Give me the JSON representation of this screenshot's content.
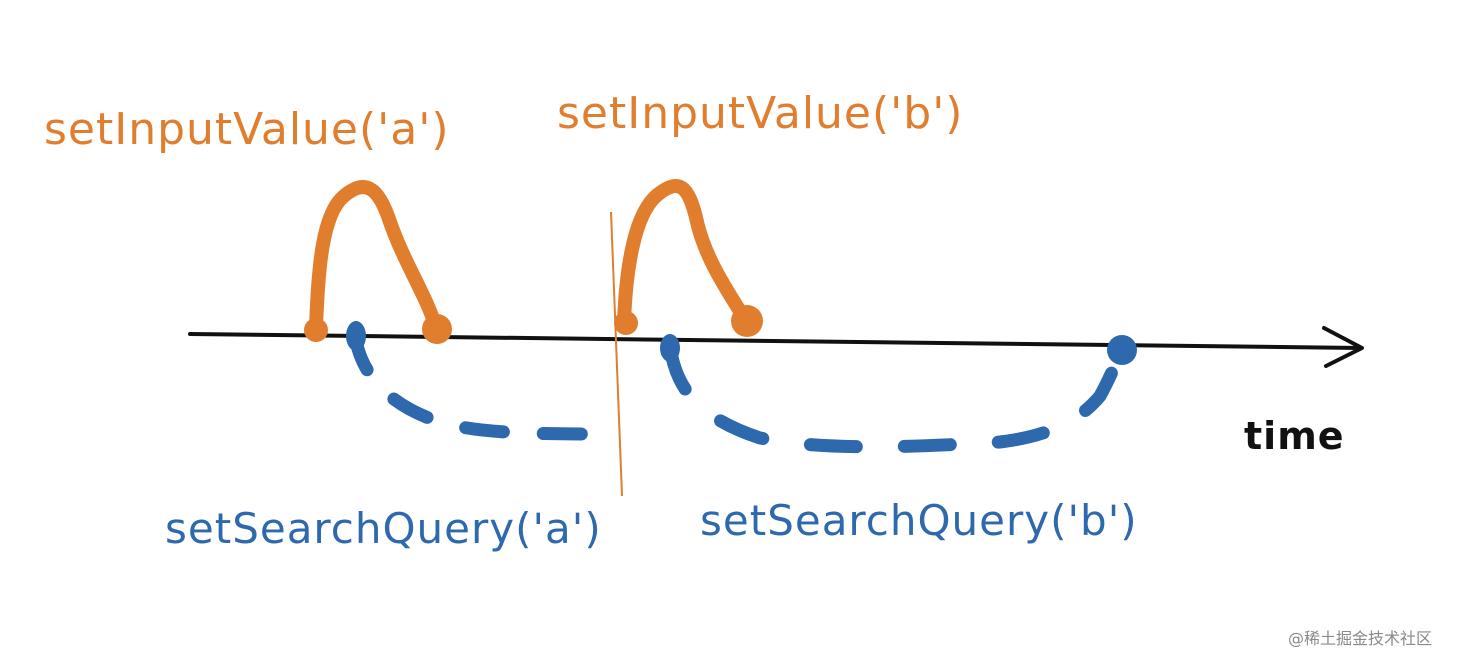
{
  "labels": {
    "set_input_a": "setInputValue('a')",
    "set_input_b": "setInputValue('b')",
    "set_search_a": "setSearchQuery('a')",
    "set_search_b": "setSearchQuery('b')",
    "time": "time"
  },
  "watermark": "@稀土掘金技术社区",
  "colors": {
    "input_update": "#e07e2e",
    "search_update": "#2e68ad",
    "timeline": "#111111",
    "background": "#ffffff"
  }
}
